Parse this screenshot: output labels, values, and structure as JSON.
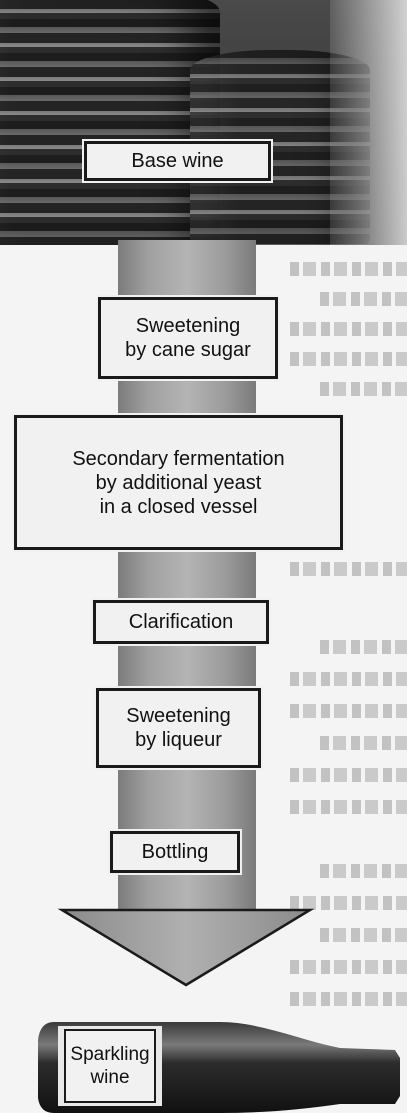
{
  "diagram": {
    "steps": [
      {
        "label": "Base wine"
      },
      {
        "label": "Sweetening\nby cane sugar"
      },
      {
        "label": "Secondary fermentation\nby additional yeast\nin a closed vessel"
      },
      {
        "label": "Clarification"
      },
      {
        "label": "Sweetening\nby liqueur"
      },
      {
        "label": "Bottling"
      }
    ],
    "result": {
      "label": "Sparkling\nwine"
    }
  }
}
